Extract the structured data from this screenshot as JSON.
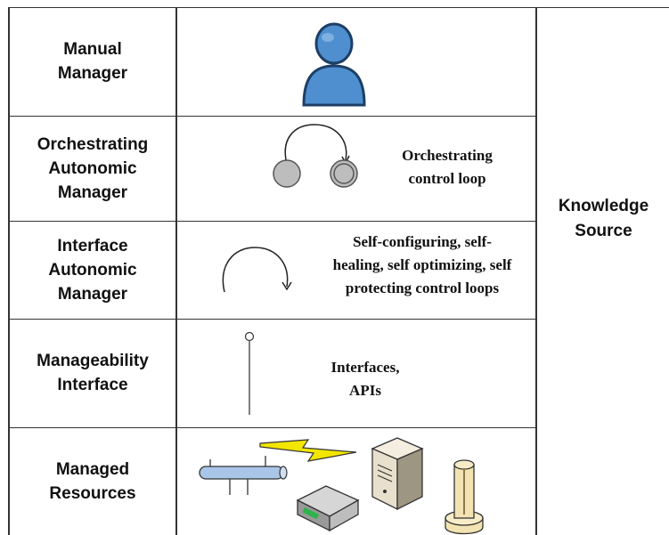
{
  "layers": [
    {
      "label": "Manual\nManager",
      "description": "",
      "icon": "person-icon"
    },
    {
      "label": "Orchestrating\nAutonomic\nManager",
      "description": "Orchestrating\ncontrol loop",
      "icon": "orchestrating-loop-icon"
    },
    {
      "label": "Interface\nAutonomic\nManager",
      "description": "Self-configuring, self-\nhealing, self optimizing, self\nprotecting control loops",
      "icon": "control-loop-arrow-icon"
    },
    {
      "label": "Manageability\nInterface",
      "description": "Interfaces,\nAPIs",
      "icon": "interface-lollipop-icon"
    },
    {
      "label": "Managed\nResources",
      "description": "",
      "icon": "resources-icons"
    }
  ],
  "knowledge_source": "Knowledge\nSource",
  "colors": {
    "person_fill": "#4f8fd0",
    "person_stroke": "#1d3f66",
    "node_fill": "#bdbdbd",
    "pipe_fill": "#a9c6e8",
    "lightning_fill": "#f2e600",
    "server_fill": "#e8e0cc"
  }
}
